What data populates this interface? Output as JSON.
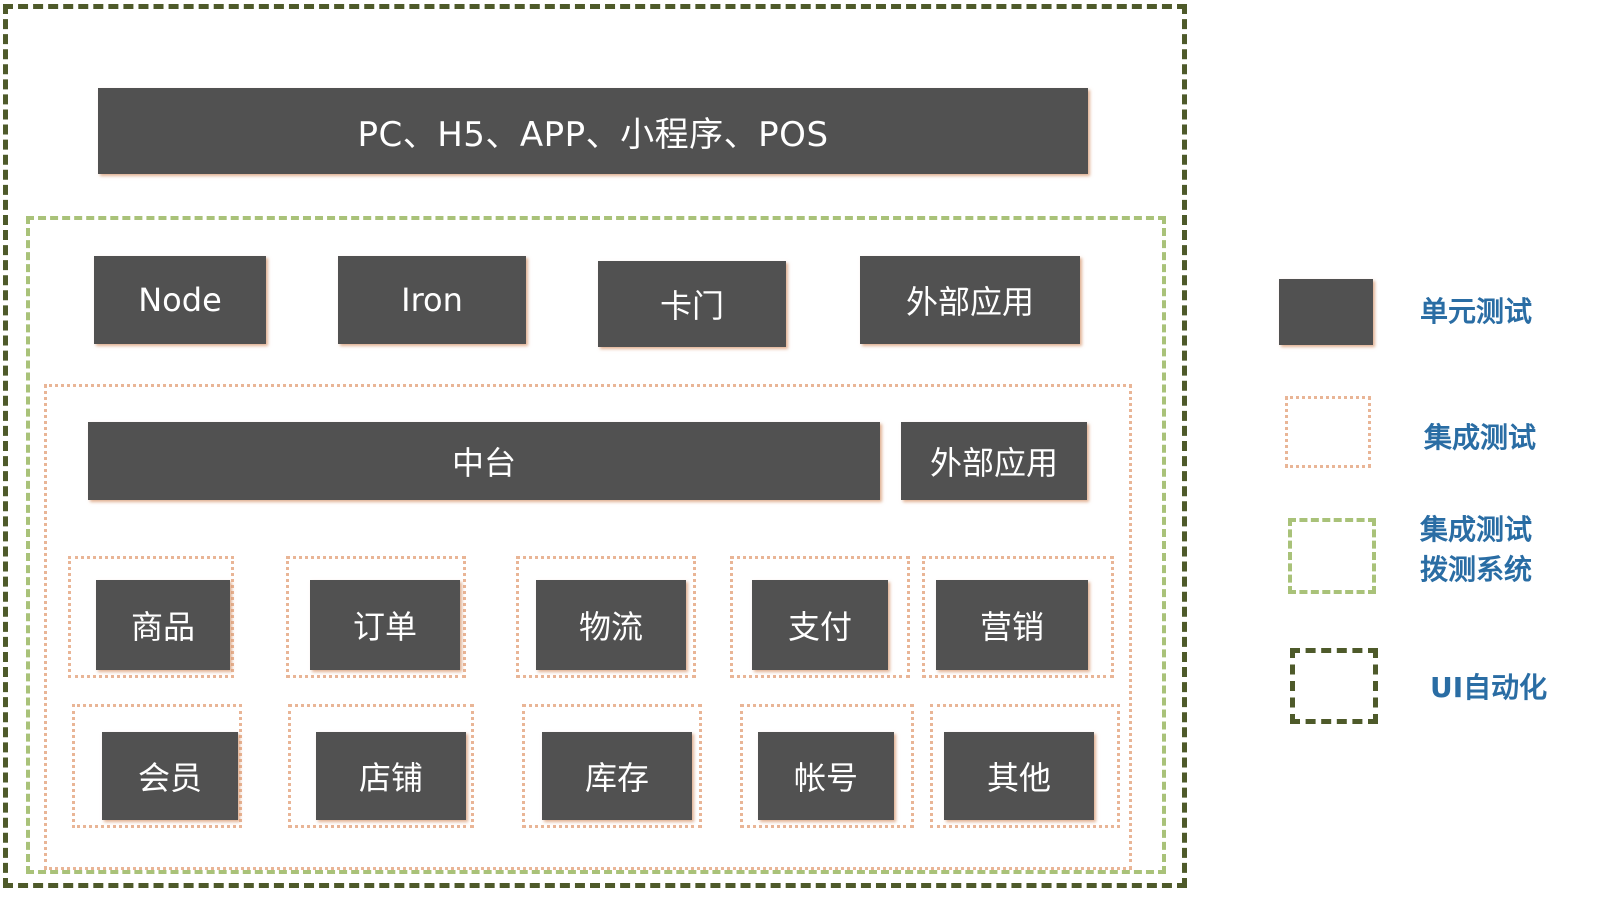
{
  "top_bar": {
    "label": "PC、H5、APP、小程序、POS"
  },
  "gateway_row": {
    "node": "Node",
    "iron": "Iron",
    "gate": "卡门",
    "external": "外部应用"
  },
  "middle_platform": {
    "label": "中台",
    "external": "外部应用"
  },
  "services": {
    "row1": [
      "商品",
      "订单",
      "物流",
      "支付",
      "营销"
    ],
    "row2": [
      "会员",
      "店铺",
      "库存",
      "帐号",
      "其他"
    ]
  },
  "legend": {
    "unit_test": "单元测试",
    "integration_test": "集成测试",
    "probe_system": "集成测试\n拨测系统",
    "ui_automation": "UI自动化"
  },
  "colors": {
    "block": "#515151",
    "ui_frame": "#4e5a2a",
    "probe_frame": "#a9c279",
    "integration_frame": "#e9b596",
    "legend_text": "#2a6da4"
  }
}
